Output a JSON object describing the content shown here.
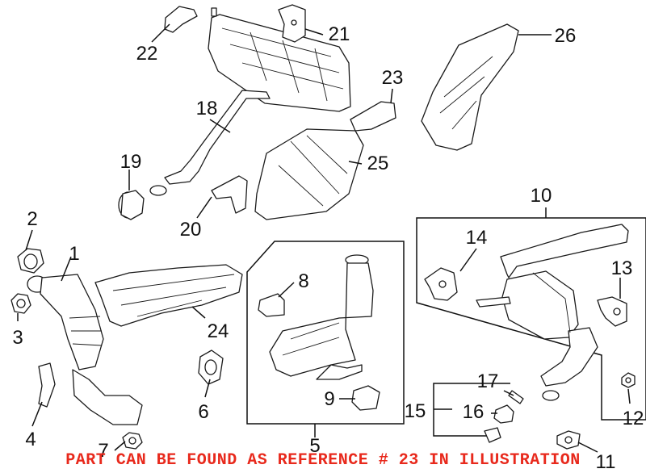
{
  "callouts": [
    {
      "id": "1",
      "label": "1"
    },
    {
      "id": "2",
      "label": "2"
    },
    {
      "id": "3",
      "label": "3"
    },
    {
      "id": "4",
      "label": "4"
    },
    {
      "id": "5",
      "label": "5"
    },
    {
      "id": "6",
      "label": "6"
    },
    {
      "id": "7",
      "label": "7"
    },
    {
      "id": "8",
      "label": "8"
    },
    {
      "id": "9",
      "label": "9"
    },
    {
      "id": "10",
      "label": "10"
    },
    {
      "id": "11",
      "label": "11"
    },
    {
      "id": "12",
      "label": "12"
    },
    {
      "id": "13",
      "label": "13"
    },
    {
      "id": "14",
      "label": "14"
    },
    {
      "id": "15",
      "label": "15"
    },
    {
      "id": "16",
      "label": "16"
    },
    {
      "id": "17",
      "label": "17"
    },
    {
      "id": "18",
      "label": "18"
    },
    {
      "id": "19",
      "label": "19"
    },
    {
      "id": "20",
      "label": "20"
    },
    {
      "id": "21",
      "label": "21"
    },
    {
      "id": "22",
      "label": "22"
    },
    {
      "id": "23",
      "label": "23"
    },
    {
      "id": "24",
      "label": "24"
    },
    {
      "id": "25",
      "label": "25"
    },
    {
      "id": "26",
      "label": "26"
    }
  ],
  "notice": {
    "text": "PART CAN BE FOUND AS REFERENCE # 23 IN ILLUSTRATION",
    "color": "#e8291c"
  },
  "style": {
    "line_color": "#1a1a1a",
    "background": "#ffffff"
  }
}
